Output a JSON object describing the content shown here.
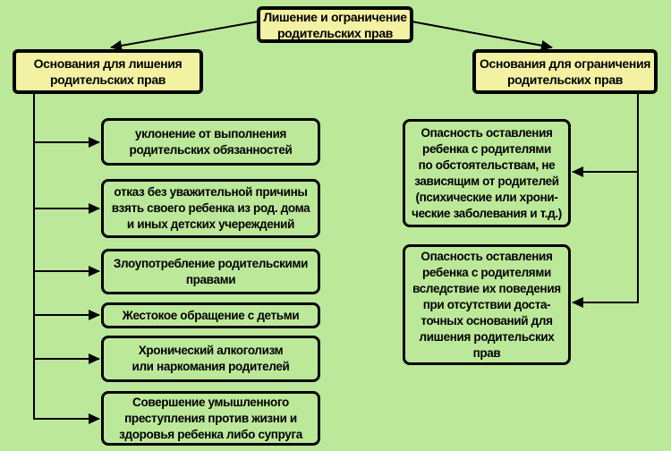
{
  "colors": {
    "bg": "#bce89a",
    "yellow": "#f3f2a2",
    "line": "#000000"
  },
  "root": {
    "label": "Лишение и ограничение\nродительских прав"
  },
  "left": {
    "header": "Основания для лишения\nродительских прав",
    "items": [
      "уклонение от выполнения\nродительских обязанностей",
      "отказ без уважительной причины\nвзять своего ребенка из род. дома\nи иных детских учереждений",
      "Злоупотребление родительскими\nправами",
      "Жестокое обращение с детьми",
      "Хронический алкоголизм\nили наркомания родителей",
      "Совершение умышленного\nпреступления против жизни и\nздоровья ребенка либо супруга"
    ]
  },
  "right": {
    "header": "Основания для ограничения\nродительских прав",
    "items": [
      "Опасность оставления\nребенка с родителями\nпо обстоятельствам, не\nзависящим от родителей\n(психические или хрони-\nческие заболевания и т.д.)",
      "Опасность оставления\nребенка с родителями\nвследствие их поведения\nпри отсутствии доста-\nточных оснований для\nлишения родительских\nправ"
    ]
  }
}
